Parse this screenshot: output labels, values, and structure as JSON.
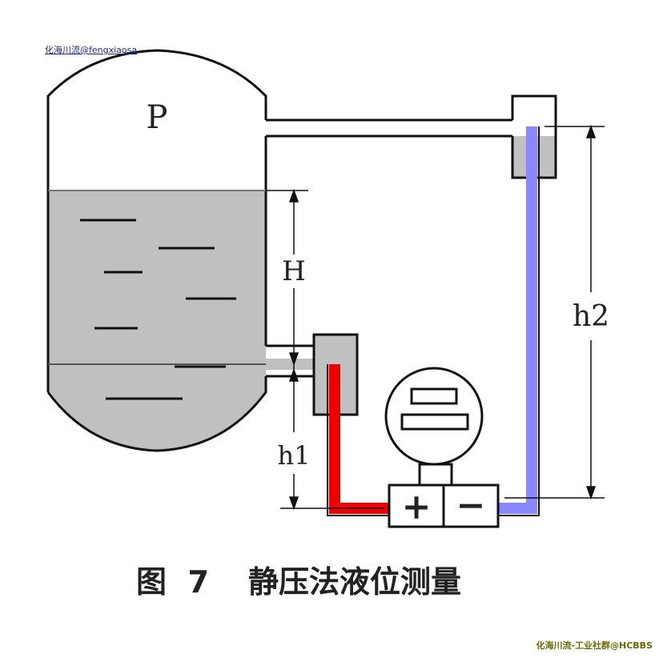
{
  "labels": {
    "pressure": "P",
    "height_H": "H",
    "height_h1": "h1",
    "height_h2": "h2",
    "plus": "+",
    "minus": "−"
  },
  "caption": {
    "figure": "图  7",
    "title": "静压法液位测量"
  },
  "watermarks": {
    "top_left": "化海川流@fengxiaosa",
    "bottom_right": "化海川流-工业社群@HCBBS"
  },
  "colors": {
    "liquid": "#c0c0c0",
    "high_pressure_line": "#ee0000",
    "low_pressure_line": "#8888ff",
    "outline": "#111111"
  }
}
